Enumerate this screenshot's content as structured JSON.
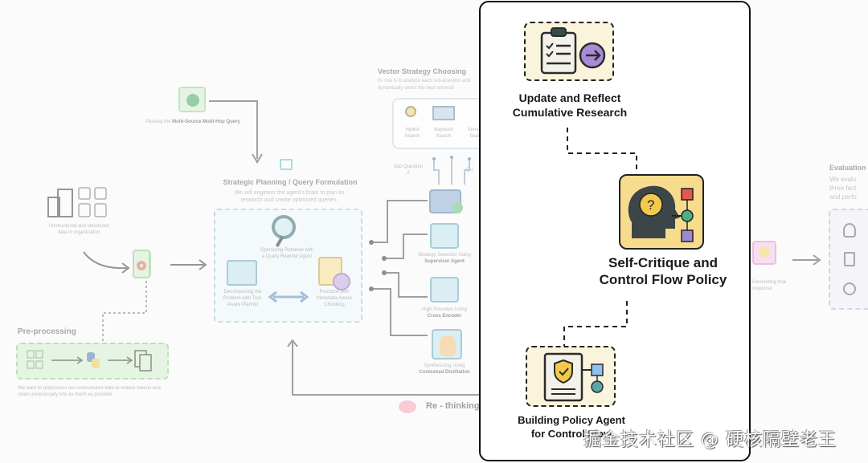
{
  "background_diagram": {
    "query_input": {
      "label_prefix": "Passing the",
      "label_bold": "Multi-Source Multi-Hop Query"
    },
    "data_source": {
      "label": "Unstructured and structured data in organization"
    },
    "preprocessing": {
      "title": "Pre-processing",
      "description": "We want to preprocess our unstructured data to reduce tokens and clean unnecessary info as much as possible"
    },
    "strategic_planning": {
      "title": "Strategic Planning / Query Formulation",
      "description": "We will engineer the agent's brain to plan its research and create optimized queries.",
      "nodes": [
        {
          "label": "Optimizing Retrieval with a Query Rewriter Agent"
        },
        {
          "label": "Decomposing the Problem with Tool-Aware Planner"
        },
        {
          "label": "Precision with Metadata-Aware Chunking"
        }
      ]
    },
    "vector_strategy": {
      "title": "Vector Strategy Choosing",
      "description": "Its role is to analyze each sub-question and dynamically select the best retrieval",
      "options": [
        "Hybrid Search",
        "Keyword Search",
        "Semantic Search"
      ],
      "sub_question_label": "Sub Question 2",
      "sub_question_label_right": "Qu"
    },
    "pipeline_steps": [
      {
        "label_light": "Strategy Selection Using",
        "label_bold": "Supervisor Agent"
      },
      {
        "label_light": "High Precision Using",
        "label_bold": "Cross Encoder"
      },
      {
        "label_light": "Synthesizing Using",
        "label_bold": "Contextual Distillation"
      }
    ],
    "rethinking_label": "Re - thinking",
    "final_response_label": "Generating final response",
    "evaluation": {
      "title": "Evaluation",
      "description_lines": [
        "We evalu",
        "three fact",
        "and perfo"
      ]
    }
  },
  "focus_panel": {
    "update_reflect": {
      "title_line1": "Update and Reflect",
      "title_line2": "Cumulative Research"
    },
    "self_critique": {
      "title_line1": "Self-Critique and",
      "title_line2": "Control Flow Policy"
    },
    "policy_agent": {
      "title_line1": "Building Policy Agent",
      "title_line2": "for Control Flow"
    }
  },
  "watermark": "掘金技术社区 @ 硬核隔壁老王",
  "colors": {
    "focus_border": "#111111",
    "tile_cream": "#fbf4dc",
    "tile_yellow": "#f7dc8e",
    "accent_purple": "#a78bd6",
    "green_tile": "#d6f0d0",
    "blue_panel": "#eef8fb",
    "pink_tile": "#f4c6e8"
  }
}
